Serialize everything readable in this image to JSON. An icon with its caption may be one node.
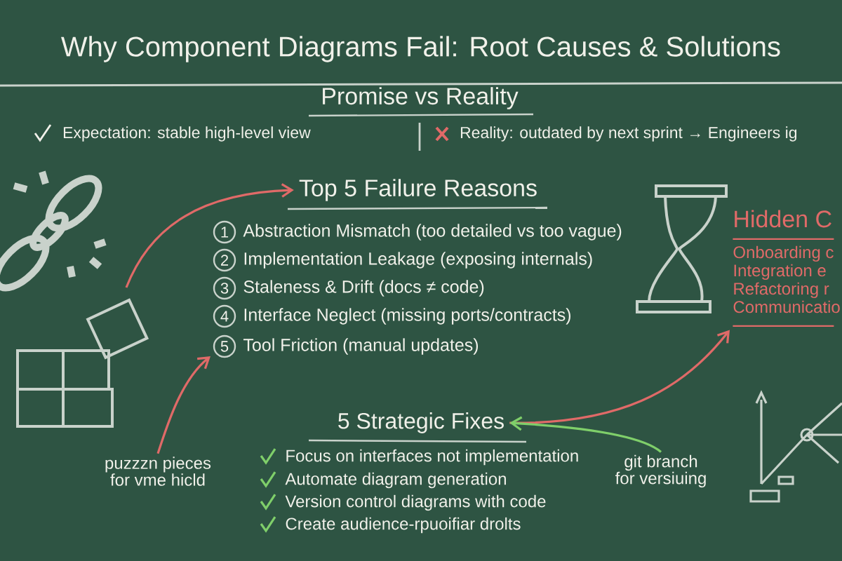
{
  "diagram": {
    "title": "Why Component Diagrams Fail: Root Causes & Solutions",
    "nodes": [
      {
        "text": [
          "Top 5 Failure Reasons"
        ]
      },
      {
        "text": [
          "1",
          "Abstraction Mismatch (too detailed vs too vague)"
        ]
      },
      {
        "text": [
          "2",
          "Implementation Leakage (exposing internals)"
        ]
      },
      {
        "text": [
          "3",
          "Staleness & Drift (docs ≠ code)"
        ]
      },
      {
        "text": [
          "4",
          "Interface Neglect (missing ports/contracts)"
        ]
      },
      {
        "text": [
          "5",
          "Tool Friction (manual updates)"
        ]
      },
      {
        "text": [
          "5 Strategic Fixes"
        ]
      },
      {
        "text": [
          "Hidden C",
          "Onboarding c",
          "Integration e",
          "Refactoring r",
          "Communicatio"
        ]
      },
      {
        "text": [
          "puzzzn pieces for vme hicld"
        ]
      },
      {
        "text": [
          "git branch for versiuing"
        ]
      }
    ],
    "edges": [
      {
        "from": null,
        "to": 0,
        "arrow": "to"
      },
      {
        "from": 8,
        "to": 5,
        "arrow": "to"
      },
      {
        "from": 6,
        "to": 7,
        "arrow": "to"
      },
      {
        "from": 9,
        "to": 6,
        "arrow": "to",
        "color": "#7fcf6a"
      }
    ],
    "labels": [
      "Promise vs Reality",
      "Expectation: stable high-level view",
      "Reality: outdated by next sprint → Engineers ig",
      "Focus on interfaces not implementation",
      "Automate diagram generation",
      "Version control diagrams with code",
      "Create audience-rpuoifiar drolts"
    ]
  }
}
